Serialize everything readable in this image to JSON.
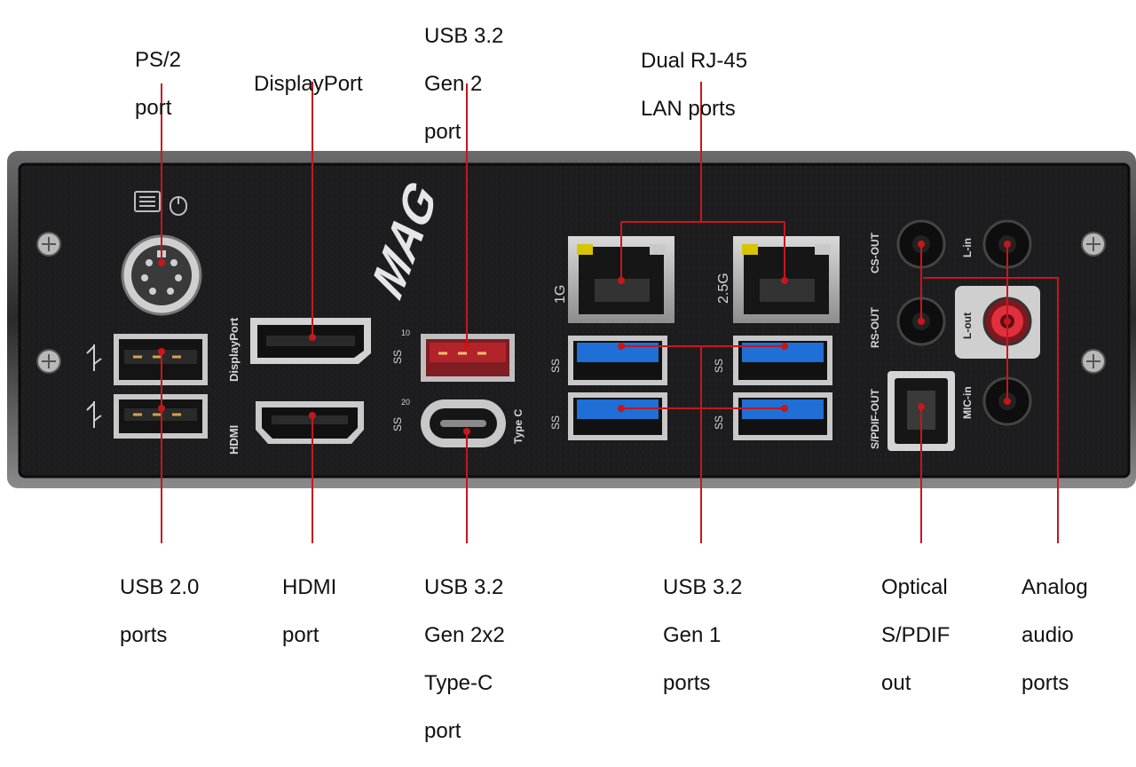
{
  "brand_text": "MAG",
  "callouts": {
    "top": [
      {
        "id": "ps2",
        "lines": [
          "PS/2",
          "port"
        ]
      },
      {
        "id": "displayport",
        "lines": [
          "DisplayPort"
        ]
      },
      {
        "id": "usb32g2",
        "lines": [
          "USB 3.2",
          "Gen 2",
          "port"
        ]
      },
      {
        "id": "rj45",
        "lines": [
          "Dual RJ-45",
          "LAN ports"
        ]
      }
    ],
    "bottom": [
      {
        "id": "usb20",
        "lines": [
          "USB 2.0",
          "ports"
        ]
      },
      {
        "id": "hdmi",
        "lines": [
          "HDMI",
          "port"
        ]
      },
      {
        "id": "usbc",
        "lines": [
          "USB 3.2",
          "Gen 2x2",
          "Type-C",
          "port"
        ]
      },
      {
        "id": "usb32g1",
        "lines": [
          "USB 3.2",
          "Gen 1",
          "ports"
        ]
      },
      {
        "id": "optical",
        "lines": [
          "Optical",
          "S/PDIF",
          "out"
        ]
      },
      {
        "id": "audio",
        "lines": [
          "Analog",
          "audio",
          "ports"
        ]
      }
    ]
  },
  "panel_labels": {
    "lan1": "1G",
    "lan2": "2.5G",
    "displayport": "DisplayPort",
    "hdmi": "HDMI",
    "type_c": "Type C",
    "cs_out": "CS-OUT",
    "rs_out": "RS-OUT",
    "spdif_out": "S/PDIF-OUT",
    "line_in": "L-in",
    "line_out": "L-out",
    "mic_in": "MIC-in",
    "ss10": "10",
    "ss20": "20",
    "ss": "SS"
  },
  "colors": {
    "callout_line": "#c8161d",
    "panel": "#1b1b1d",
    "usb3_blue": "#1f6fd6",
    "usb_red": "#b3242a",
    "audio_pink": "#e0303c"
  }
}
